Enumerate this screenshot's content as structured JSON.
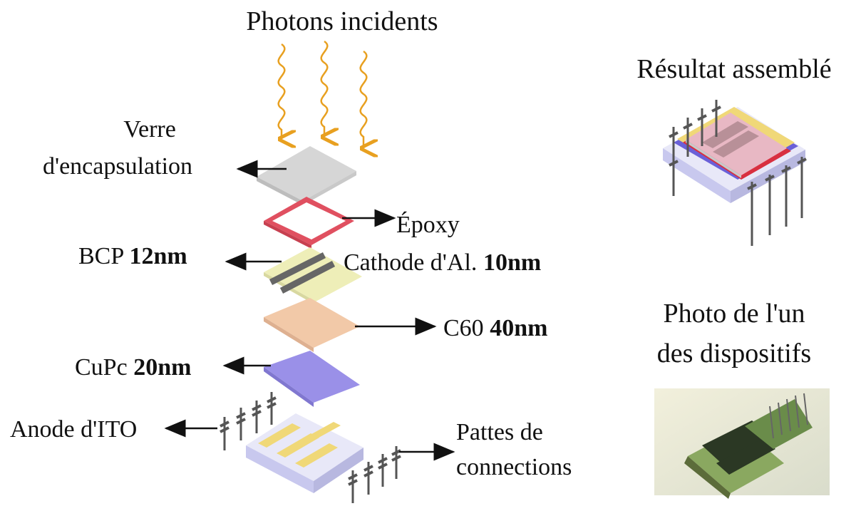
{
  "title": "Photons incidents",
  "labels": {
    "glass": [
      "Verre",
      "d'encapsulation"
    ],
    "epoxy": "Époxy",
    "bcp": {
      "name": "BCP",
      "thickness": "12nm"
    },
    "cathode": {
      "name": "Cathode d'Al.",
      "thickness": "10nm"
    },
    "c60": {
      "name": "C60",
      "thickness": "40nm"
    },
    "cupc": {
      "name": "CuPc",
      "thickness": "20nm"
    },
    "anode": "Anode d'ITO",
    "pins": [
      "Pattes de",
      "connections"
    ]
  },
  "result": {
    "title": "Résultat assemblé"
  },
  "photo": {
    "title": [
      "Photo de l'un",
      "des dispositifs"
    ]
  },
  "colors": {
    "photon": "#e8a020",
    "glass": "#d8d8d8",
    "epoxy": "#e05060",
    "bcp": "#eeeeb8",
    "cathode": "#666666",
    "c60": "#f0c8a8",
    "cupc": "#9a90e8",
    "ito": "#f0d878",
    "substrate": "#c8c8ee",
    "pin": "#555555"
  }
}
